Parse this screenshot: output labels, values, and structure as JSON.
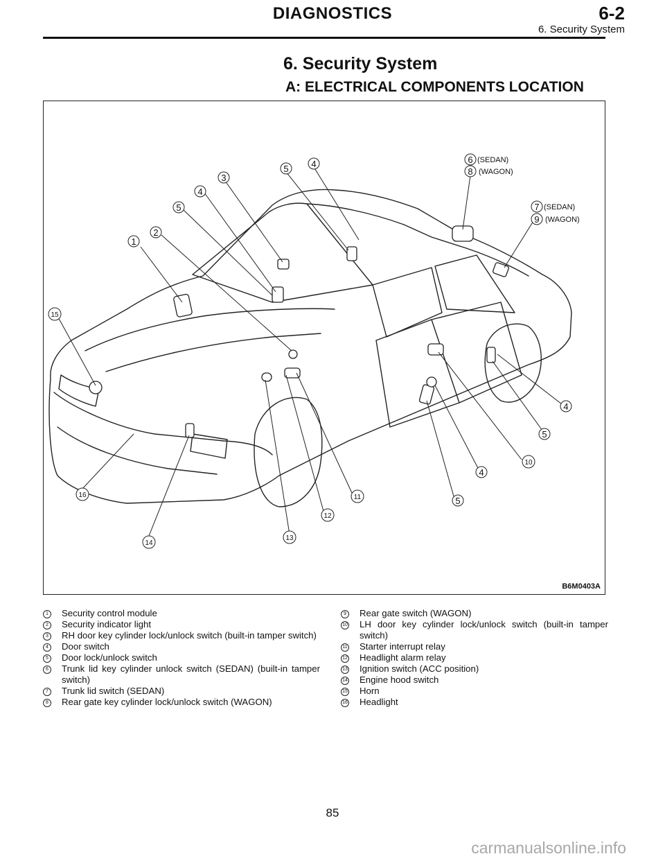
{
  "header": {
    "title": "DIAGNOSTICS",
    "section": "6-2",
    "subsection": "6. Security System"
  },
  "page_title": "6. Security System",
  "subtitle": "A: ELECTRICAL COMPONENTS LOCATION",
  "figure": {
    "code": "B6M0403A",
    "callouts": [
      "1",
      "2",
      "3",
      "4",
      "5",
      "4",
      "5",
      "6",
      "8",
      "7",
      "9",
      "15",
      "16",
      "14",
      "13",
      "12",
      "11",
      "5",
      "4",
      "10",
      "5",
      "4"
    ],
    "variant_labels": [
      "(SEDAN)",
      "(WAGON)",
      "(SEDAN)",
      "(WAGON)"
    ]
  },
  "legend_left": [
    {
      "num": "1",
      "text": "Security control module"
    },
    {
      "num": "2",
      "text": "Security indicator light"
    },
    {
      "num": "3",
      "text": "RH door key cylinder lock/unlock switch (built-in tamper switch)"
    },
    {
      "num": "4",
      "text": "Door switch"
    },
    {
      "num": "5",
      "text": "Door lock/unlock switch"
    },
    {
      "num": "6",
      "text": "Trunk lid key cylinder unlock switch (SEDAN) (built-in tamper switch)"
    },
    {
      "num": "7",
      "text": "Trunk lid switch (SEDAN)"
    },
    {
      "num": "8",
      "text": "Rear gate key cylinder lock/unlock switch (WAGON)"
    }
  ],
  "legend_right": [
    {
      "num": "9",
      "text": "Rear gate switch (WAGON)"
    },
    {
      "num": "10",
      "text": "LH door key cylinder lock/unlock switch (built-in tamper switch)"
    },
    {
      "num": "11",
      "text": "Starter interrupt relay"
    },
    {
      "num": "12",
      "text": "Headlight alarm relay"
    },
    {
      "num": "13",
      "text": "Ignition switch (ACC position)"
    },
    {
      "num": "14",
      "text": "Engine hood switch"
    },
    {
      "num": "15",
      "text": "Horn"
    },
    {
      "num": "16",
      "text": "Headlight"
    }
  ],
  "page_number": "85",
  "watermark": "carmanualsonline.info"
}
